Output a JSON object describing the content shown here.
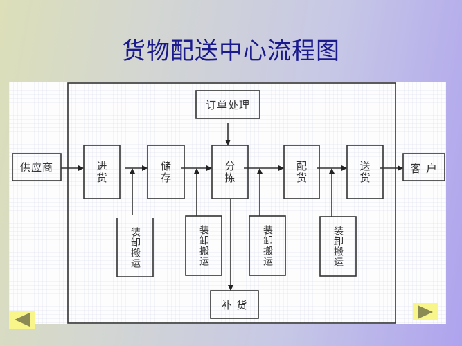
{
  "slide": {
    "title": "货物配送中心流程图"
  },
  "diagram": {
    "supplier": "供应商",
    "customer": "客 户",
    "order_processing": "订单处理",
    "restock": "补 货",
    "stages": [
      {
        "id": "receiving",
        "label": "进货"
      },
      {
        "id": "storage",
        "label": "储存"
      },
      {
        "id": "sorting",
        "label": "分拣"
      },
      {
        "id": "picking",
        "label": "配货"
      },
      {
        "id": "delivery",
        "label": "送货"
      }
    ],
    "handling": [
      {
        "label": "装卸搬运"
      },
      {
        "label": "装卸搬运"
      },
      {
        "label": "装卸搬运"
      },
      {
        "label": "装卸搬运"
      }
    ],
    "line_color": "#333333"
  },
  "navigation": {
    "prev": "previous-slide",
    "next": "next-slide",
    "button_color": "#f8f58a",
    "arrow_color": "#8b8a55"
  }
}
